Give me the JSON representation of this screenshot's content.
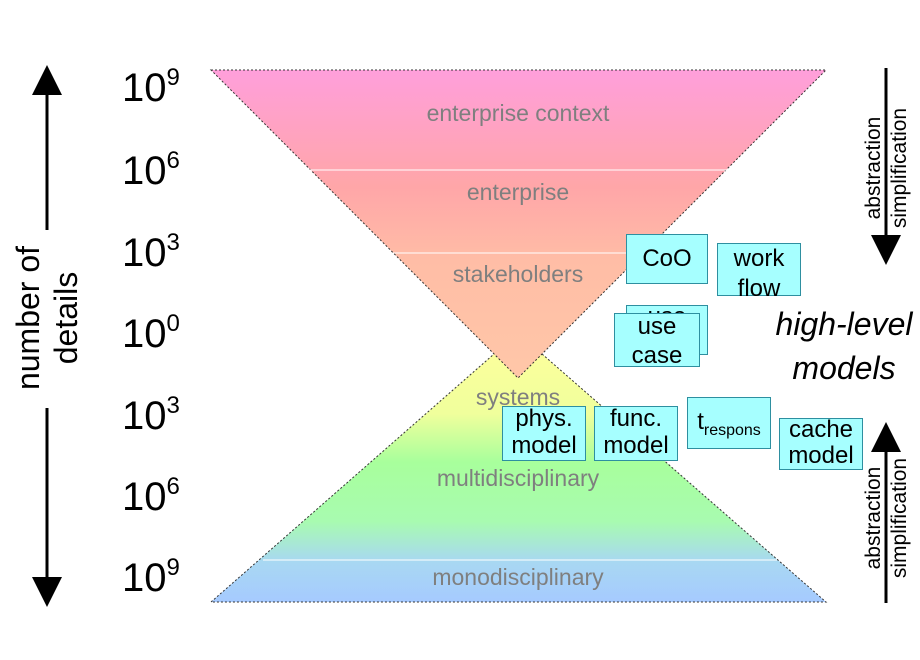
{
  "scale_labels": [
    {
      "base": "10",
      "exp": "9"
    },
    {
      "base": "10",
      "exp": "6"
    },
    {
      "base": "10",
      "exp": "3"
    },
    {
      "base": "10",
      "exp": "0"
    },
    {
      "base": "10",
      "exp": "3"
    },
    {
      "base": "10",
      "exp": "6"
    },
    {
      "base": "10",
      "exp": "9"
    }
  ],
  "axis_label": {
    "line1": "number of",
    "line2": "details"
  },
  "layers": {
    "enterprise_context": "enterprise context",
    "enterprise": "enterprise",
    "stakeholders": "stakeholders",
    "systems": "systems",
    "multidisciplinary": "multidisciplinary",
    "monodisciplinary": "monodisciplinary"
  },
  "boxes": {
    "coo": "CoO",
    "work": "work",
    "flow": "flow",
    "use_back": "use",
    "use": "use",
    "case": "case",
    "phys": "phys.",
    "phys_model": "model",
    "func": "func.",
    "func_model": "model",
    "t_base": "t",
    "t_sub": "respons",
    "cache": "cache",
    "cache_model": "model"
  },
  "high_level": {
    "line1": "high-level",
    "line2": "models"
  },
  "side_top": {
    "line1": "abstraction",
    "line2": "simplification"
  },
  "side_bottom": {
    "line1": "abstraction",
    "line2": "simplification"
  },
  "colors": {
    "top_triangle": [
      "#ffa6da",
      "#ffa8a8",
      "#ffc3a4"
    ],
    "bottom_triangle": [
      "#ffff9a",
      "#a8ff9c",
      "#a6d2ff"
    ],
    "box_fill": "#a6ffff",
    "label_gray": "#7f7f7f"
  }
}
